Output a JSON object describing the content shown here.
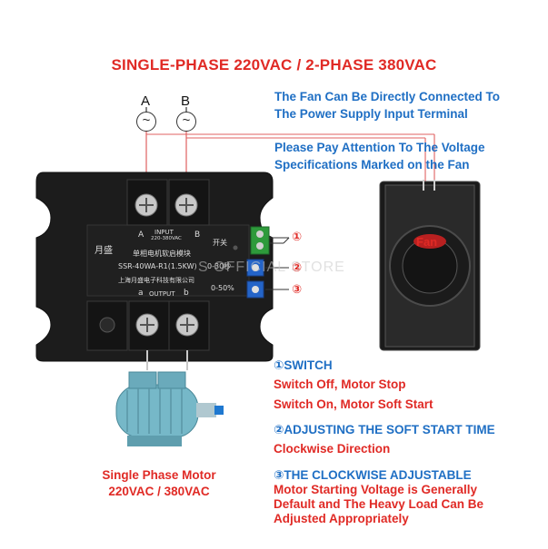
{
  "title": "SINGLE-PHASE 220VAC / 2-PHASE 380VAC",
  "phase_labels": [
    "A",
    "B"
  ],
  "phase_symbol": "~",
  "notes": {
    "fan_line1": "The Fan Can Be Directly Connected To",
    "fan_line2": "The Power Supply  Input Terminal",
    "voltage_line1": "Please Pay Attention To The Voltage",
    "voltage_line2": "Specifications Marked on the Fan"
  },
  "fan_label": "Fan",
  "device": {
    "input_label": "INPUT",
    "input_sub": "220-380VAC",
    "term_a": "A",
    "term_b": "B",
    "brand": "月盛",
    "desc": "单相电机软启模块",
    "model": "SSR-40WA-R1(1.5KW)",
    "company": "上海月盛电子科技有限公司",
    "switch_label": "开关",
    "time_label": "0-30秒",
    "pct_label": "0-50%",
    "output_a": "a",
    "output_label": "OUTPUT",
    "output_b": "b"
  },
  "callouts": [
    "①",
    "②",
    "③"
  ],
  "watermark": "S OFFICIAL STORE",
  "motor": {
    "line1": "Single Phase Motor",
    "line2": "220VAC / 380VAC"
  },
  "features": [
    {
      "head": "①SWITCH",
      "lines": [
        "Switch Off,  Motor Stop",
        "Switch On,  Motor Soft Start"
      ]
    },
    {
      "head": "②ADJUSTING THE SOFT START TIME",
      "lines": [
        "Clockwise Direction"
      ]
    },
    {
      "head": "③THE CLOCKWISE ADJUSTABLE",
      "lines": [
        "Motor Starting Voltage is Generally",
        "Default  and The Heavy Load Can Be",
        "Adjusted Appropriately"
      ]
    }
  ],
  "colors": {
    "title_red": "#e02a25",
    "note_blue": "#1f6fc4",
    "device_body": "#1c1c1c",
    "terminal_green": "#2e9a3b",
    "pot_blue": "#2464c8"
  }
}
